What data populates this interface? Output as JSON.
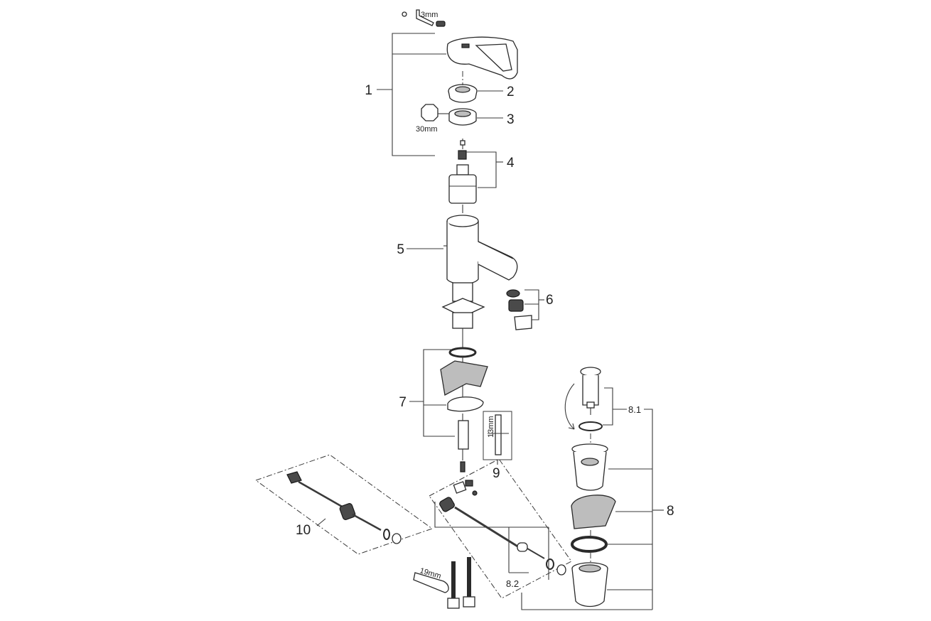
{
  "diagram": {
    "labels": {
      "l1": "1",
      "l2": "2",
      "l3": "3",
      "l4": "4",
      "l5": "5",
      "l6": "6",
      "l7": "7",
      "l8": "8",
      "l81": "8.1",
      "l82": "8.2",
      "l9": "9",
      "l10": "10"
    },
    "tool_labels": {
      "hex_key": "3mm",
      "nut_30": "30mm",
      "wrench_13": "13mm",
      "wrench_19": "19mm"
    }
  }
}
